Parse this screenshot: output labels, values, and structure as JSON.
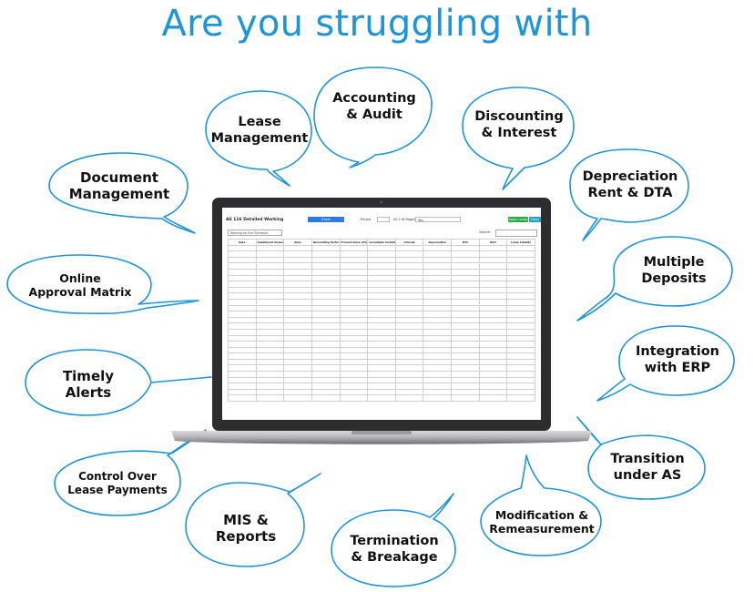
{
  "headline": "Are you struggling with",
  "colors": {
    "accent": "#1e95d6",
    "bubble_border": "#1e95d6",
    "laptop_body": "#2d2d2f"
  },
  "bubbles": [
    {
      "id": "accounting",
      "line1": "Accounting",
      "line2": "& Audit"
    },
    {
      "id": "lease-management",
      "line1": "Lease",
      "line2": "Management"
    },
    {
      "id": "discounting",
      "line1": "Discounting",
      "line2": "& Interest"
    },
    {
      "id": "document-management",
      "line1": "Document",
      "line2": "Management"
    },
    {
      "id": "depreciation",
      "line1": "Depreciation",
      "line2": "Rent & DTA"
    },
    {
      "id": "multiple-deposits",
      "line1": "Multiple",
      "line2": "Deposits"
    },
    {
      "id": "online-approval",
      "line1": "Online",
      "line2": "Approval Matrix"
    },
    {
      "id": "integration-erp",
      "line1": "Integration",
      "line2": "with ERP"
    },
    {
      "id": "timely-alerts",
      "line1": "Timely",
      "line2": "Alerts"
    },
    {
      "id": "transition",
      "line1": "Transition",
      "line2": "under AS"
    },
    {
      "id": "control-payments",
      "line1": "Control Over",
      "line2": "Lease Payments"
    },
    {
      "id": "modification",
      "line1": "Modification &",
      "line2": "Remeasurement"
    },
    {
      "id": "mis-reports",
      "line1": "MIS &",
      "line2": "Reports"
    },
    {
      "id": "termination",
      "line1": "Termination",
      "line2": "& Breakage"
    }
  ],
  "screen": {
    "title": "AS 116 Detailed Working",
    "button": "Excel",
    "label_period": "Period",
    "label_register": "AS 116 Register",
    "select_value": "Yes",
    "btn_green": "Apply Lease",
    "btn_blue": "Close",
    "tab": "Working for End Schedule",
    "search_label": "Search:",
    "columns": [
      "Date",
      "Installment Amount",
      "Days",
      "Discounting Factor",
      "Present Value (PV)",
      "Cumulative Installment",
      "Interest",
      "Depreciation",
      "DTA",
      "ROU",
      "Lease Liability"
    ]
  }
}
